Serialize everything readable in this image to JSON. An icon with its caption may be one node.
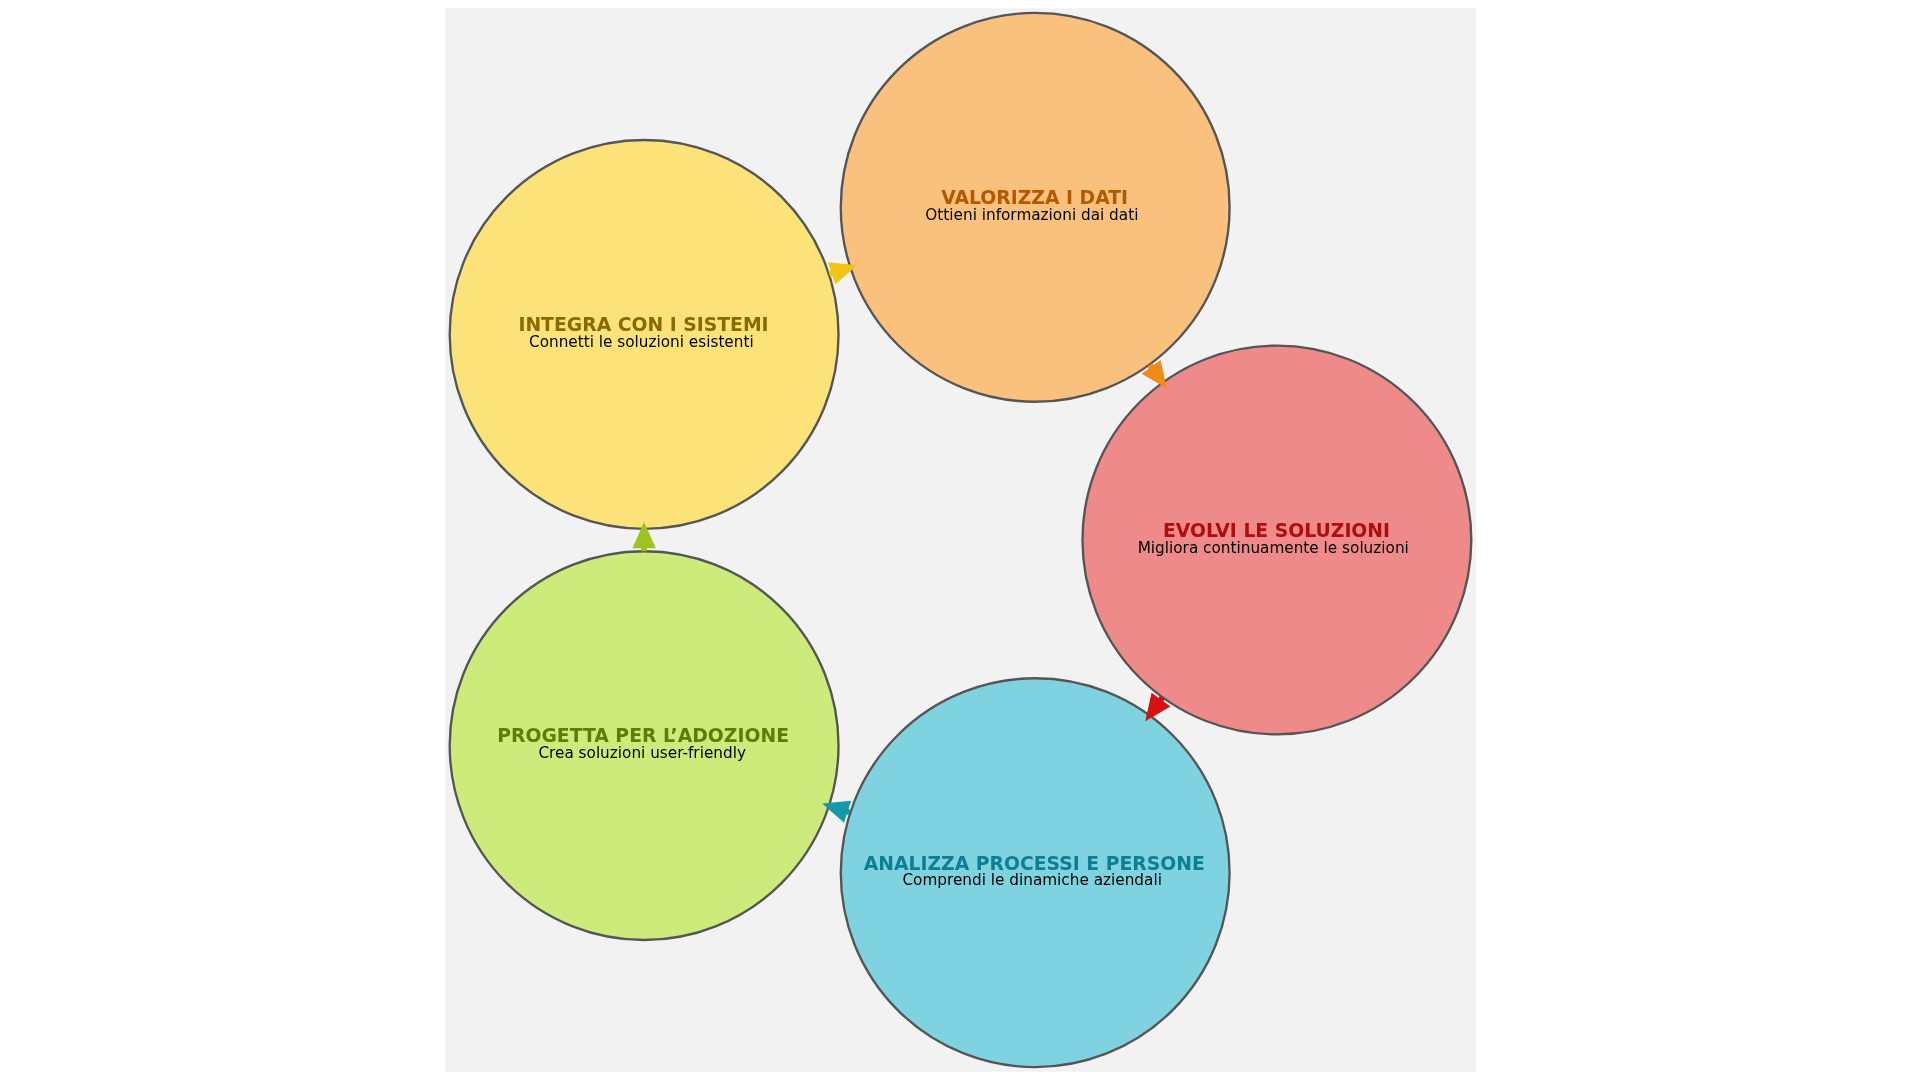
{
  "diagram": {
    "nodes": [
      {
        "text": [
          "ANALIZZA PROCESSI E PERSONE",
          "Comprendi le dinamiche aziendali"
        ]
      },
      {
        "text": [
          "PROGETTA PER L’ADOZIONE",
          "Crea soluzioni user-friendly"
        ]
      },
      {
        "text": [
          "INTEGRA CON I SISTEMI",
          "Connetti le soluzioni esistenti"
        ]
      },
      {
        "text": [
          "VALORIZZA I DATI",
          "Ottieni informazioni dai dati"
        ]
      },
      {
        "text": [
          "EVOLVI LE SOLUZIONI",
          "Migliora continuamente le soluzioni"
        ]
      }
    ],
    "edges": [
      {
        "from": 0,
        "to": 1,
        "arrow": "to",
        "color": "#1797ab"
      },
      {
        "from": 1,
        "to": 2,
        "arrow": "to",
        "color": "#9bc41e"
      },
      {
        "from": 2,
        "to": 3,
        "arrow": "to",
        "color": "#f2c414"
      },
      {
        "from": 3,
        "to": 4,
        "arrow": "to",
        "color": "#f28a1a"
      },
      {
        "from": 4,
        "to": 0,
        "arrow": "to",
        "color": "#d41212"
      }
    ]
  }
}
